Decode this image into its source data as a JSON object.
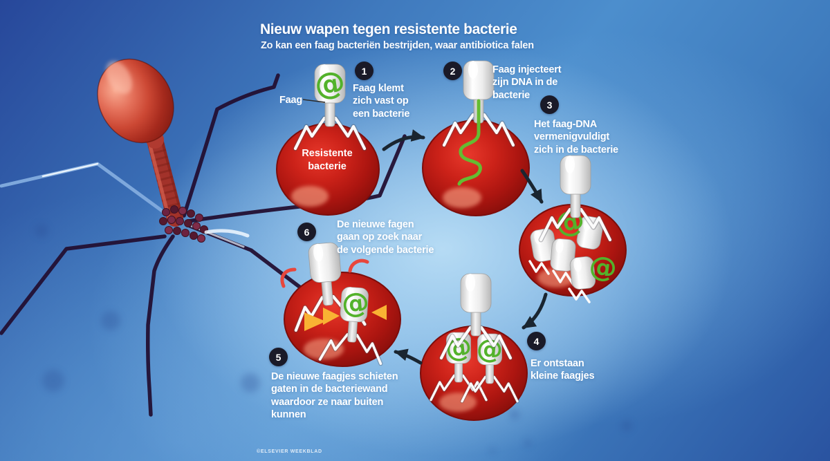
{
  "title": "Nieuw wapen tegen resistente bacterie",
  "subtitle": "Zo kan een faag bacteriën bestrijden, waar antibiotica falen",
  "credit": "©ELSEVIER WEEKBLAD",
  "labels": {
    "phage": "Faag",
    "bacterium_line1": "Resistente",
    "bacterium_line2": "bacterie",
    "at_symbol": "@"
  },
  "steps": [
    {
      "num": "1",
      "lines": [
        "Faag klemt",
        "zich vast op",
        "een bacterie"
      ]
    },
    {
      "num": "2",
      "lines": [
        "Faag injecteert",
        "zijn DNA in de",
        "bacterie"
      ]
    },
    {
      "num": "3",
      "lines": [
        "Het faag-DNA",
        "vermenigvuldigt",
        "zich in de bacterie"
      ]
    },
    {
      "num": "4",
      "lines": [
        "Er ontstaan",
        "kleine faagjes"
      ]
    },
    {
      "num": "5",
      "lines": [
        "De nieuwe faagjes schieten",
        "gaten in de bacteriewand",
        "waardoor ze naar buiten",
        "kunnen"
      ]
    },
    {
      "num": "6",
      "lines": [
        "De nieuwe fagen",
        "gaan op zoek naar",
        "de volgende bacterie"
      ]
    }
  ],
  "colors": {
    "background_deep_blue": "#27479a",
    "background_light_blue": "#9fd0ee",
    "bacterium_red": "#c01d16",
    "phage_silver": "#e8e8e8",
    "dna_green": "#5cb832",
    "badge_dark": "#1a1a28",
    "arrow_dark": "#1a2530",
    "burst_triangle_orange": "#f9b233",
    "burst_arc_red": "#e8473c"
  }
}
